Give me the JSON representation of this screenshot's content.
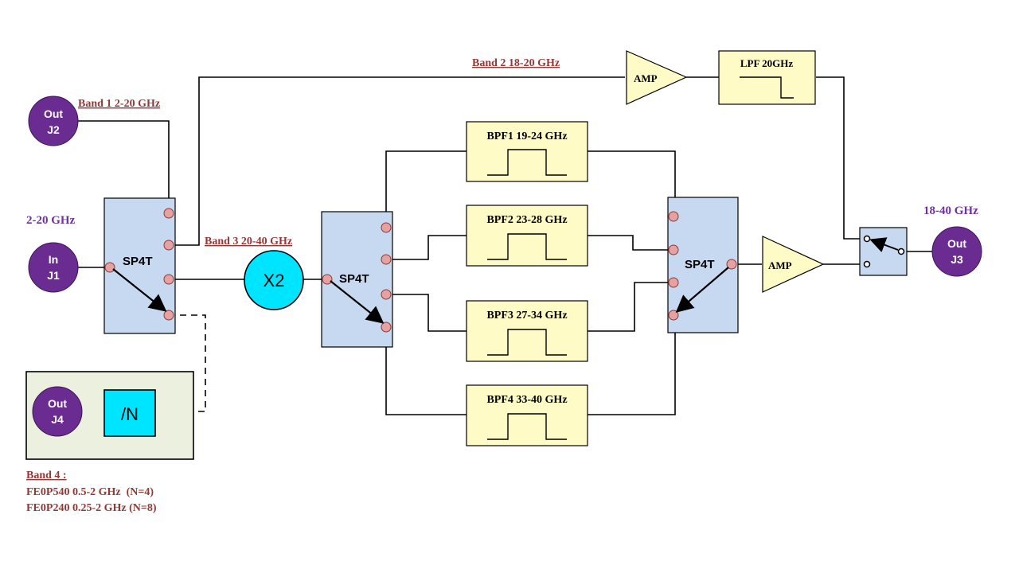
{
  "connectors": {
    "out_j2": {
      "line1": "Out",
      "line2": "J2"
    },
    "in_j1": {
      "line1": "In",
      "line2": "J1"
    },
    "out_j4": {
      "line1": "Out",
      "line2": "J4"
    },
    "out_j3": {
      "line1": "Out",
      "line2": "J3"
    }
  },
  "freq_labels": {
    "input_range": "2-20 GHz",
    "output_range": "18-40 GHz"
  },
  "band_labels": {
    "band1": "Band 1 2-20 GHz",
    "band2": "Band 2 18-20 GHz",
    "band3": "Band 3 20-40 GHz"
  },
  "switches": {
    "sw1": "SP4T",
    "sw2": "SP4T",
    "sw3": "SP4T"
  },
  "multiplier": "X2",
  "divider": "/N",
  "amplifiers": {
    "amp_band2": "AMP",
    "amp_out": "AMP"
  },
  "filters": {
    "lpf": "LPF 20GHz",
    "bpf1": "BPF1 19-24 GHz",
    "bpf2": "BPF2 23-28 GHz",
    "bpf3": "BPF3 27-34 GHz",
    "bpf4": "BPF4 33-40 GHz"
  },
  "band4": {
    "title": "Band 4 :",
    "line1": "FE0P540 0.5-2 GHz  (N=4)",
    "line2": "FE0P240 0.25-2 GHz (N=8)"
  },
  "colors": {
    "switch_fill": "#c6d9f1",
    "filter_fill": "#fffbc7",
    "connector_fill": "#6a2c91",
    "port_fill": "#e6a2a0",
    "multiplier_fill": "#00e5ff",
    "band_label_color": "#953735",
    "freq_label_color": "#7030a0",
    "band4_panel_fill": "#ecf1df"
  }
}
